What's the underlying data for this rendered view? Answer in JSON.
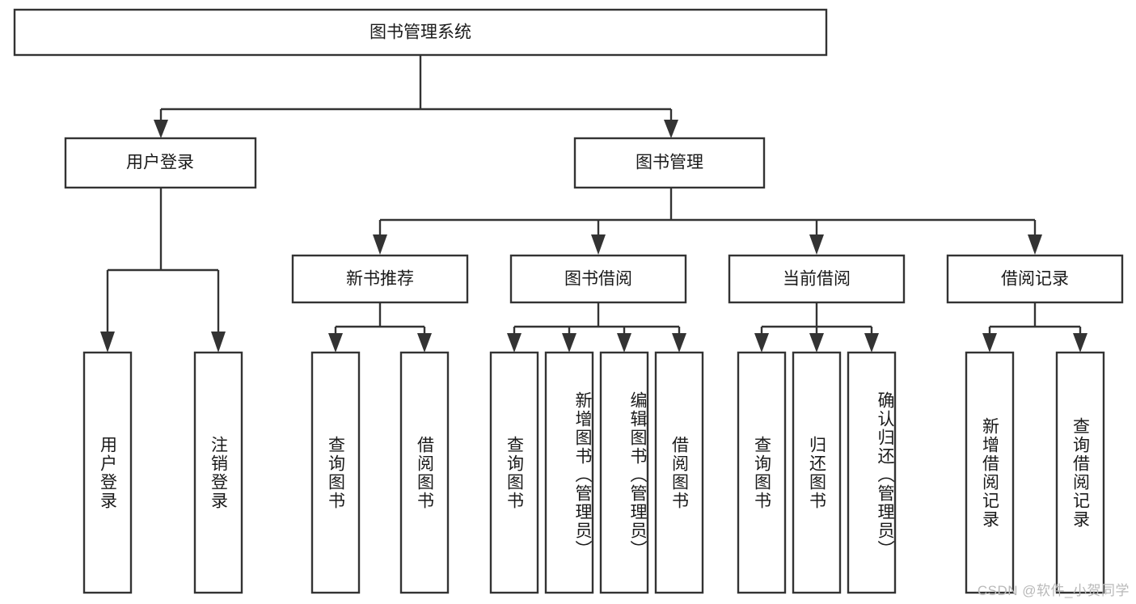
{
  "diagram": {
    "type": "tree-hierarchy",
    "title": "图书管理系统",
    "watermark": "CSDN @软件_小贺同学",
    "colors": {
      "stroke": "#333333",
      "box_fill": "#ffffff",
      "text": "#1a1a1a",
      "watermark": "#b9b9b9",
      "background": "#ffffff"
    },
    "levels": {
      "root": {
        "label": "图书管理系统",
        "orientation": "horizontal"
      },
      "level2": [
        {
          "id": "user-login",
          "label": "用户登录",
          "orientation": "horizontal"
        },
        {
          "id": "book-manage",
          "label": "图书管理",
          "orientation": "horizontal"
        }
      ],
      "level3": [
        {
          "id": "new-book-rec",
          "label": "新书推荐",
          "orientation": "horizontal",
          "parent": "book-manage"
        },
        {
          "id": "book-borrow",
          "label": "图书借阅",
          "orientation": "horizontal",
          "parent": "book-manage"
        },
        {
          "id": "current-borrow",
          "label": "当前借阅",
          "orientation": "horizontal",
          "parent": "book-manage"
        },
        {
          "id": "borrow-record",
          "label": "借阅记录",
          "orientation": "horizontal",
          "parent": "book-manage"
        }
      ],
      "leaves": [
        {
          "id": "leaf-user-login",
          "label": "用户登录",
          "orientation": "vertical",
          "parent": "user-login"
        },
        {
          "id": "leaf-user-logout",
          "label": "注销登录",
          "orientation": "vertical",
          "parent": "user-login"
        },
        {
          "id": "leaf-query-book-rec",
          "label": "查询图书",
          "orientation": "vertical",
          "parent": "new-book-rec"
        },
        {
          "id": "leaf-borrow-book-rec",
          "label": "借阅图书",
          "orientation": "vertical",
          "parent": "new-book-rec"
        },
        {
          "id": "leaf-query-book-borrow",
          "label": "查询图书",
          "orientation": "vertical",
          "parent": "book-borrow"
        },
        {
          "id": "leaf-add-book",
          "label": "新增图书（管理员）",
          "orientation": "vertical",
          "parent": "book-borrow"
        },
        {
          "id": "leaf-edit-book",
          "label": "编辑图书（管理员）",
          "orientation": "vertical",
          "parent": "book-borrow"
        },
        {
          "id": "leaf-borrow-book",
          "label": "借阅图书",
          "orientation": "vertical",
          "parent": "book-borrow"
        },
        {
          "id": "leaf-query-book-current",
          "label": "查询图书",
          "orientation": "vertical",
          "parent": "current-borrow"
        },
        {
          "id": "leaf-return-book",
          "label": "归还图书",
          "orientation": "vertical",
          "parent": "current-borrow"
        },
        {
          "id": "leaf-confirm-return",
          "label": "确认归还（管理员）",
          "orientation": "vertical",
          "parent": "current-borrow"
        },
        {
          "id": "leaf-add-record",
          "label": "新增借阅记录",
          "orientation": "vertical",
          "parent": "borrow-record"
        },
        {
          "id": "leaf-query-record",
          "label": "查询借阅记录",
          "orientation": "vertical",
          "parent": "borrow-record"
        }
      ]
    }
  }
}
